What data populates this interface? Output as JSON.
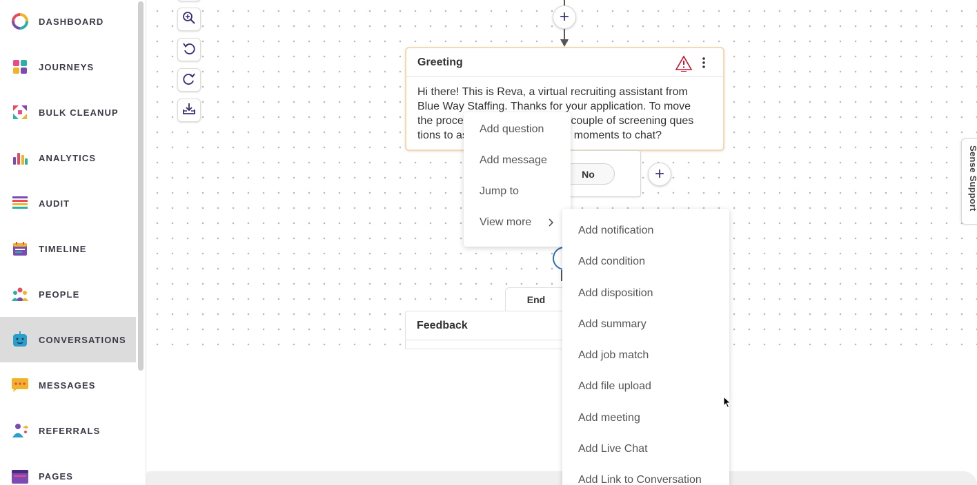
{
  "sidebar": {
    "items": [
      {
        "label": "DASHBOARD"
      },
      {
        "label": "JOURNEYS"
      },
      {
        "label": "BULK CLEANUP"
      },
      {
        "label": "ANALYTICS"
      },
      {
        "label": "AUDIT"
      },
      {
        "label": "TIMELINE"
      },
      {
        "label": "PEOPLE"
      },
      {
        "label": "CONVERSATIONS",
        "active": true
      },
      {
        "label": "MESSAGES"
      },
      {
        "label": "REFERRALS"
      },
      {
        "label": "PAGES"
      }
    ]
  },
  "toolbar": {
    "icons": [
      "zoom-in-icon",
      "undo-icon",
      "redo-icon",
      "download-icon"
    ]
  },
  "flow": {
    "greeting": {
      "title": "Greeting",
      "body": "Hi there! This is Reva, a virtual recruiting assistant from Blue Way Staffing. Thanks for your application. To move the process forward we have a couple of screening ques tions to ask. Do you have a few moments to chat?"
    },
    "answer_no": "No",
    "end_label": "End",
    "feedback": {
      "title": "Feedback"
    }
  },
  "context_menu": {
    "items": [
      "Add question",
      "Add message",
      "Jump to",
      "View more"
    ]
  },
  "submenu": {
    "items": [
      "Add notification",
      "Add condition",
      "Add disposition",
      "Add summary",
      "Add job match",
      "Add file upload",
      "Add meeting",
      "Add Live Chat",
      "Add Link to Conversation"
    ]
  },
  "support_tab": {
    "label": "Sense Support"
  },
  "colors": {
    "accent": "#3b2a7a",
    "warning": "#c8102e",
    "greeting_border": "#f5d9b0",
    "active_nav": "#dcdcdc"
  }
}
